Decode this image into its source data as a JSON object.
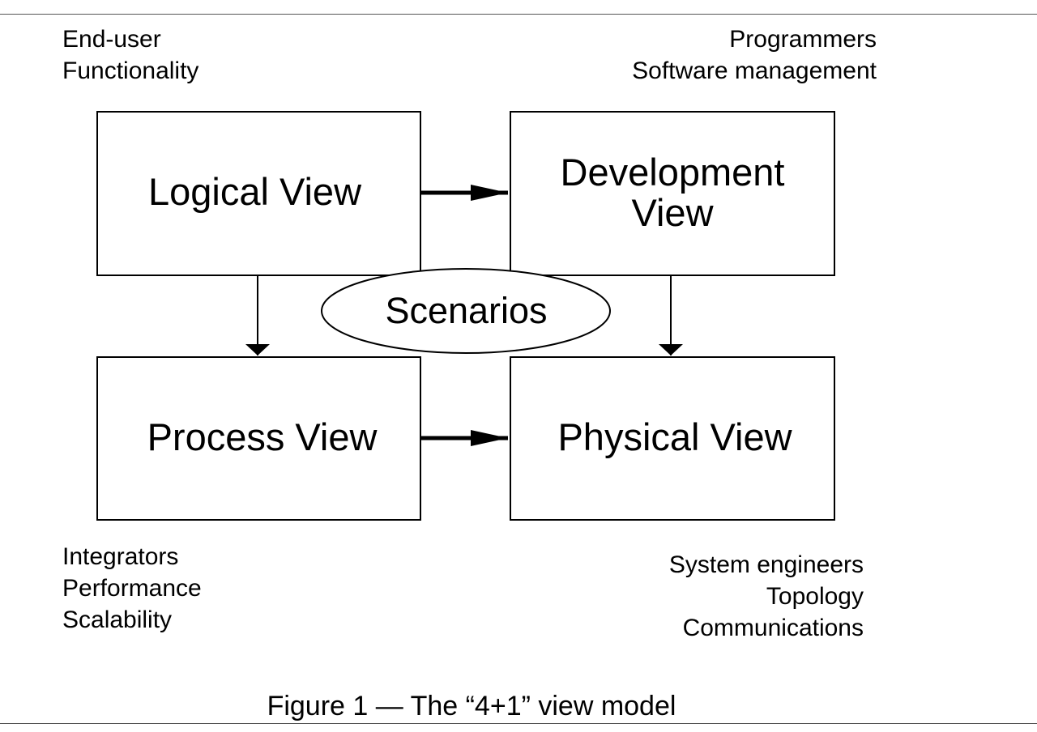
{
  "views": {
    "logical": "Logical View",
    "development": "Development\nView",
    "process": "Process View",
    "physical": "Physical View",
    "scenarios": "Scenarios"
  },
  "stakeholders": {
    "top_left": [
      "End-user",
      "Functionality"
    ],
    "top_right": [
      "Programmers",
      "Software management"
    ],
    "bottom_left": [
      "Integrators",
      "Performance",
      "Scalability"
    ],
    "bottom_right": [
      "System engineers",
      "Topology",
      "Communications"
    ]
  },
  "caption": "Figure 1 — The “4+1” view model"
}
